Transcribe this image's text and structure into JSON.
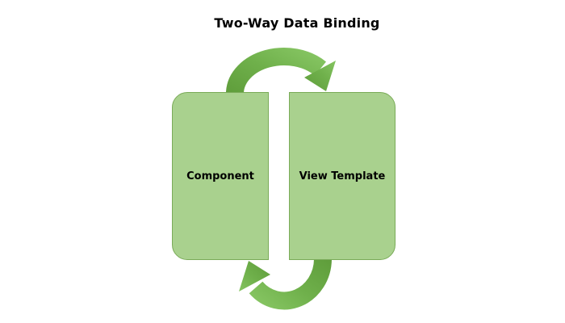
{
  "title": "Two-Way Data Binding",
  "nodes": {
    "left": {
      "label": "Component"
    },
    "right": {
      "label": "View Template"
    }
  },
  "arrows": {
    "top_icon": "clockwise-arc-arrow-icon",
    "bottom_icon": "clockwise-arc-arrow-icon"
  },
  "colors": {
    "background": "#ffffff",
    "node_fill": "#a9d18e",
    "node_border": "#7aab58",
    "arrow_dark": "#5e9c3a",
    "arrow_mid": "#6fb04b",
    "arrow_light": "#85c461",
    "text": "#000000"
  }
}
